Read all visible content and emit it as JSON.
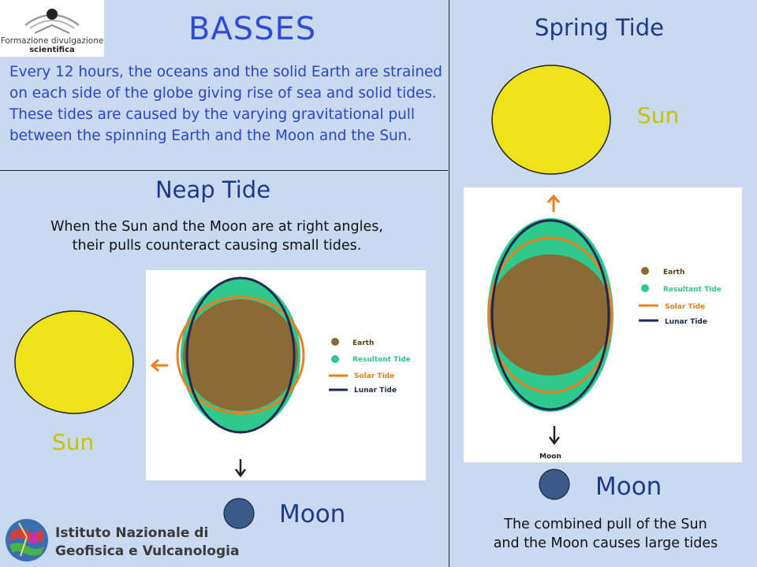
{
  "header": {
    "logo": {
      "icon": "eye-book-icon",
      "line1": "Formazione divulgazione",
      "line2": "scientifica"
    },
    "title": "BASSES",
    "intro": "Every 12 hours, the oceans and the solid Earth are strained on each side of the globe giving rise of sea and solid tides. These tides are caused by the varying gravitational pull between the spinning Earth and the Moon and the Sun."
  },
  "neap": {
    "title": "Neap Tide",
    "caption_line1": "When the Sun and the Moon are at right angles,",
    "caption_line2": "their pulls counteract causing small tides.",
    "sun_label": "Sun",
    "moon_label": "Moon"
  },
  "spring": {
    "title": "Spring Tide",
    "sun_label": "Sun",
    "moon_label": "Moon",
    "diagram_moon_label": "Moon",
    "caption_line1": "The combined pull of the Sun",
    "caption_line2": "and the Moon causes large tides"
  },
  "legend": {
    "earth": "Earth",
    "resultant": "Resultant Tide",
    "solar": "Solar Tide",
    "lunar": "Lunar Tide"
  },
  "footer": {
    "logo_icon": "globe-icon",
    "line1": "Istituto Nazionale di",
    "line2": "Geofisica e Vulcanologia"
  },
  "colors": {
    "background": "#c9d9f0",
    "title_blue": "#2e4bd6",
    "sun_yellow": "#eee21a",
    "moon_blue": "#3a5a8a",
    "earth_brown": "#8b6a34",
    "resultant_green": "#2fc98e",
    "solar_orange": "#ef7d1c",
    "lunar_navy": "#1e2850"
  }
}
